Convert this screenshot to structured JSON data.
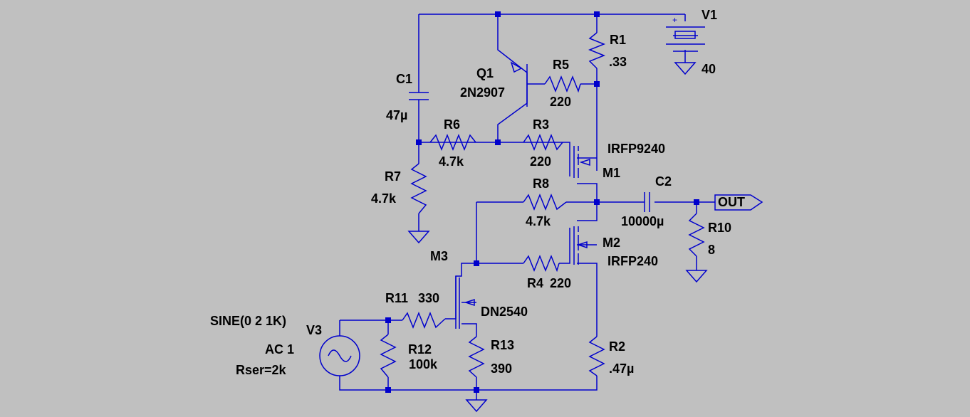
{
  "components": {
    "v1": {
      "name": "V1",
      "value": "40"
    },
    "c1": {
      "name": "C1",
      "value": "47µ"
    },
    "q1": {
      "name": "Q1",
      "value": "2N2907"
    },
    "r1": {
      "name": "R1",
      "value": ".33"
    },
    "r5": {
      "name": "R5",
      "value": "220"
    },
    "r6": {
      "name": "R6",
      "value": "4.7k"
    },
    "r3": {
      "name": "R3",
      "value": "220"
    },
    "m1": {
      "name": "M1",
      "value": "IRFP9240"
    },
    "r7": {
      "name": "R7",
      "value": "4.7k"
    },
    "c2": {
      "name": "C2",
      "value": "10000µ"
    },
    "r8": {
      "name": "R8",
      "value": "4.7k"
    },
    "r10": {
      "name": "R10",
      "value": "8"
    },
    "m2": {
      "name": "M2",
      "value": "IRFP240"
    },
    "m3": {
      "name": "M3",
      "value": "DN2540"
    },
    "r4": {
      "name": "R4",
      "value": "220"
    },
    "r11": {
      "name": "R11",
      "value": "330"
    },
    "v3": {
      "name": "V3",
      "value": "SINE(0 2 1K)",
      "ac": "AC 1",
      "rser": "Rser=2k"
    },
    "r12": {
      "name": "R12",
      "value": "100k"
    },
    "r13": {
      "name": "R13",
      "value": "390"
    },
    "r2": {
      "name": "R2",
      "value": ".47µ"
    }
  },
  "port": {
    "label": "OUT"
  },
  "colors": {
    "background": "#c0c0c0",
    "wire": "#0000cc",
    "text": "#000000"
  }
}
